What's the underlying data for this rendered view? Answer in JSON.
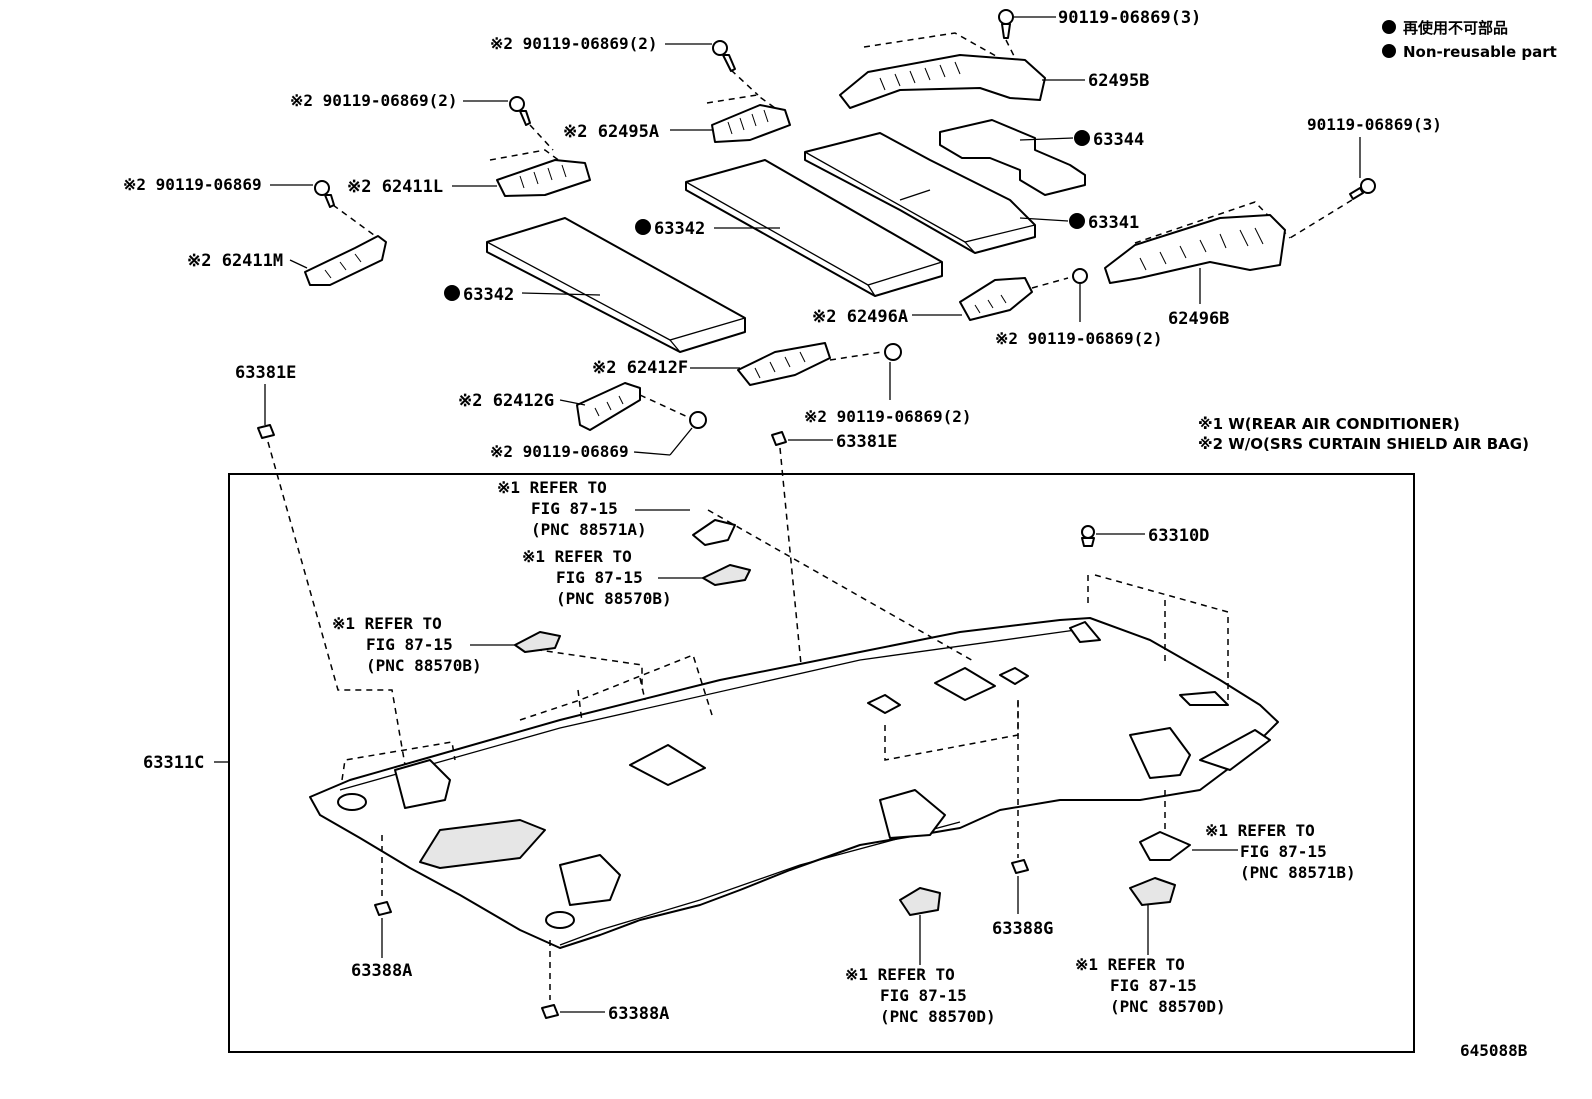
{
  "legend": {
    "jp": "再使用不可部品",
    "en": "Non-reusable part"
  },
  "notes": {
    "n1": "※1 W(REAR AIR CONDITIONER)",
    "n2": "※2 W/O(SRS CURTAIN SHIELD AIR BAG)"
  },
  "figure_id": "645088B",
  "labels": {
    "bolt_62495b": "90119-06869(3)",
    "bolt_62495a": "※2 90119-06869(2)",
    "bolt_62411l": "※2 90119-06869(2)",
    "bolt_62411m": "※2 90119-06869",
    "p62495b": "62495B",
    "p62495a": "※2 62495A",
    "p62411l": "※2 62411L",
    "p62411m": "※2 62411M",
    "p63344": "63344",
    "p63341": "63341",
    "p63342a": "63342",
    "p63342b": "63342",
    "bolt_62496b": "90119-06869(3)",
    "p62496b": "62496B",
    "p62496a": "※2 62496A",
    "bolt_62496a": "※2 90119-06869(2)",
    "p62412f": "※2 62412F",
    "bolt_62412f": "※2 90119-06869(2)",
    "p62412g": "※2 62412G",
    "bolt_62412g": "※2 90119-06869",
    "p63381e_left": "63381E",
    "p63381e_mid": "63381E",
    "p63310d": "63310D",
    "p63311c": "63311C",
    "p63388a_left": "63388A",
    "p63388a_bottom": "63388A",
    "p63388g": "63388G"
  },
  "refs": {
    "r88571a": [
      "※1 REFER TO",
      "FIG 87-15",
      "(PNC 88571A)"
    ],
    "r88570b_1": [
      "※1 REFER TO",
      "FIG 87-15",
      "(PNC 88570B)"
    ],
    "r88570b_2": [
      "※1 REFER TO",
      "FIG 87-15",
      "(PNC 88570B)"
    ],
    "r88571b": [
      "※1 REFER TO",
      "FIG 87-15",
      "(PNC 88571B)"
    ],
    "r88570d_1": [
      "※1 REFER TO",
      "FIG 87-15",
      "(PNC 88570D)"
    ],
    "r88570d_2": [
      "※1 REFER TO",
      "FIG 87-15",
      "(PNC 88570D)"
    ]
  }
}
